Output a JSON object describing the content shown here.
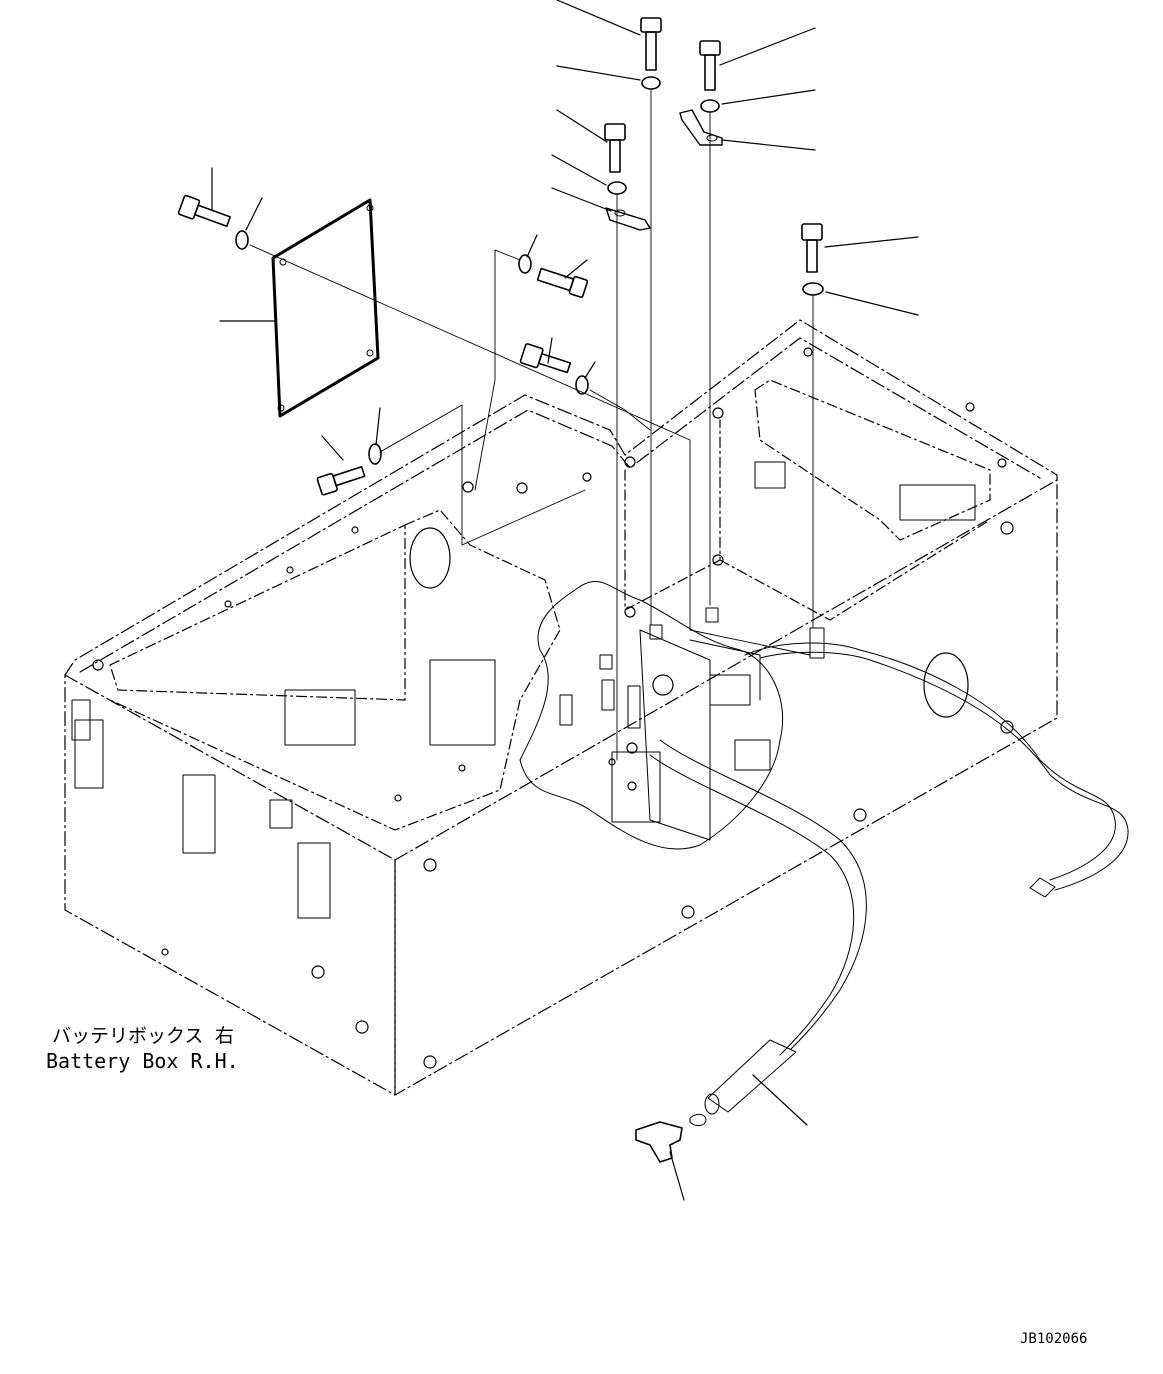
{
  "diagram": {
    "label_jp": "バッテリボックス 右",
    "label_en": "Battery Box R.H.",
    "drawing_code": "JB102066"
  },
  "colors": {
    "ink": "#000000",
    "paper": "#ffffff"
  }
}
